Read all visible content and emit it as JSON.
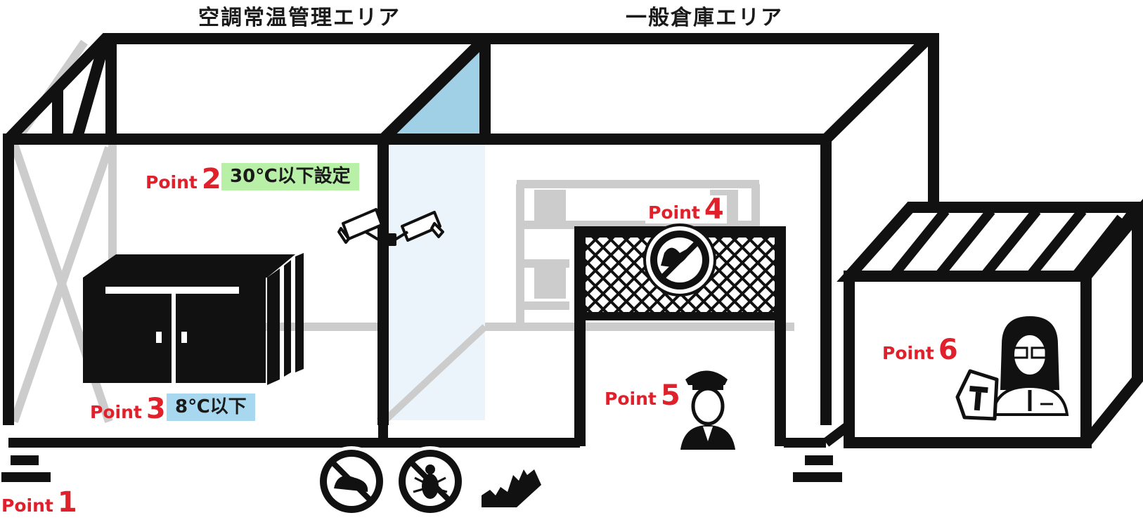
{
  "zones": {
    "aircon": "空調常温管理エリア",
    "general": "一般倉庫エリア"
  },
  "points": [
    {
      "word": "Point",
      "num": "1"
    },
    {
      "word": "Point",
      "num": "2"
    },
    {
      "word": "Point",
      "num": "3"
    },
    {
      "word": "Point",
      "num": "4"
    },
    {
      "word": "Point",
      "num": "5"
    },
    {
      "word": "Point",
      "num": "6"
    }
  ],
  "tags": {
    "room_temp": "30℃以下設定",
    "cold_temp": "8℃以下"
  },
  "colors": {
    "outline": "#111111",
    "point_red": "#e0202a",
    "room_temp_bg": "#b8f0a8",
    "cold_temp_bg": "#a8d8f0",
    "glass": "#a0d0e6",
    "glass_light": "#eaf4fa",
    "background_rack": "#cccccc"
  },
  "icons": [
    "security-camera-icon",
    "no-bird-icon",
    "no-rodent-icon",
    "no-insect-icon",
    "rodent-trap-icon",
    "security-guard-icon",
    "pharmacist-icon",
    "medicine-bag-icon",
    "refrigerator-icon"
  ]
}
